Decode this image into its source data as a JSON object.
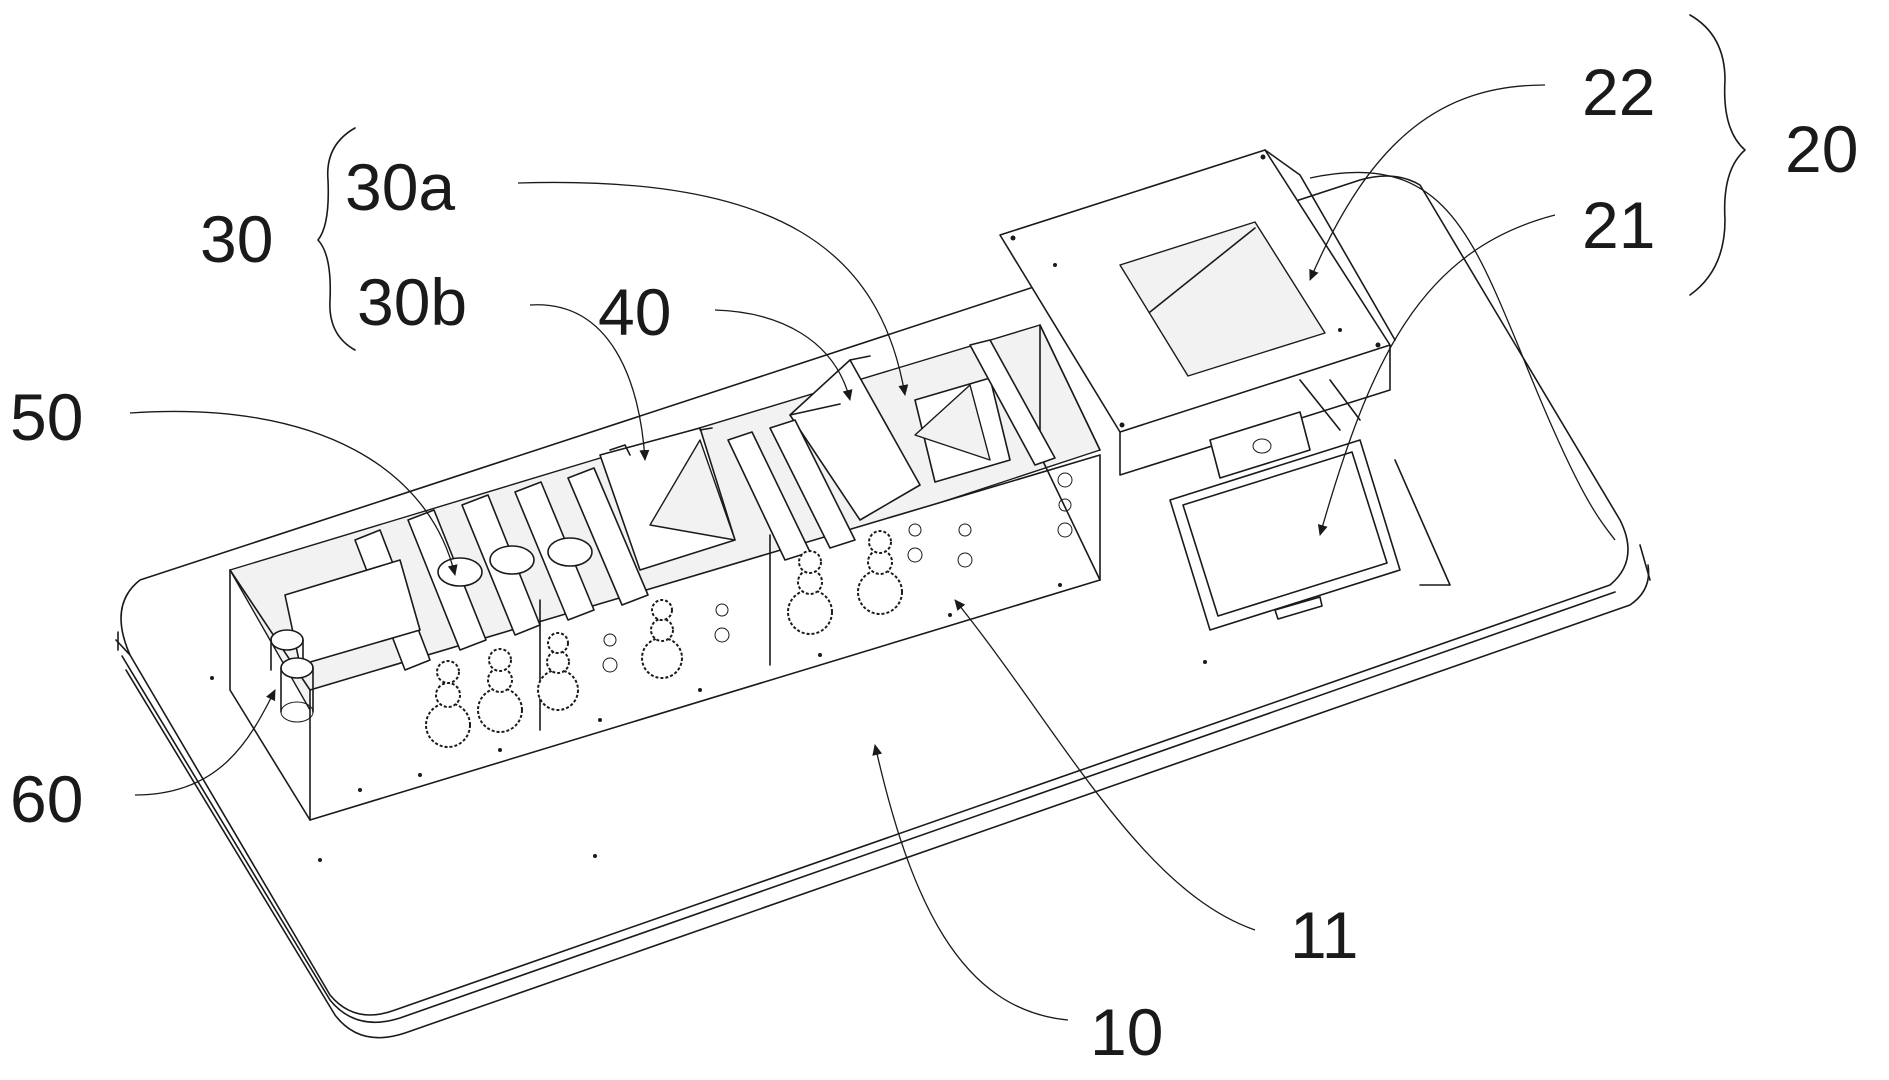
{
  "labels": {
    "l10": "10",
    "l11": "11",
    "l20": "20",
    "l21": "21",
    "l22": "22",
    "l30": "30",
    "l30a": "30a",
    "l30b": "30b",
    "l40": "40",
    "l50": "50",
    "l60": "60"
  }
}
